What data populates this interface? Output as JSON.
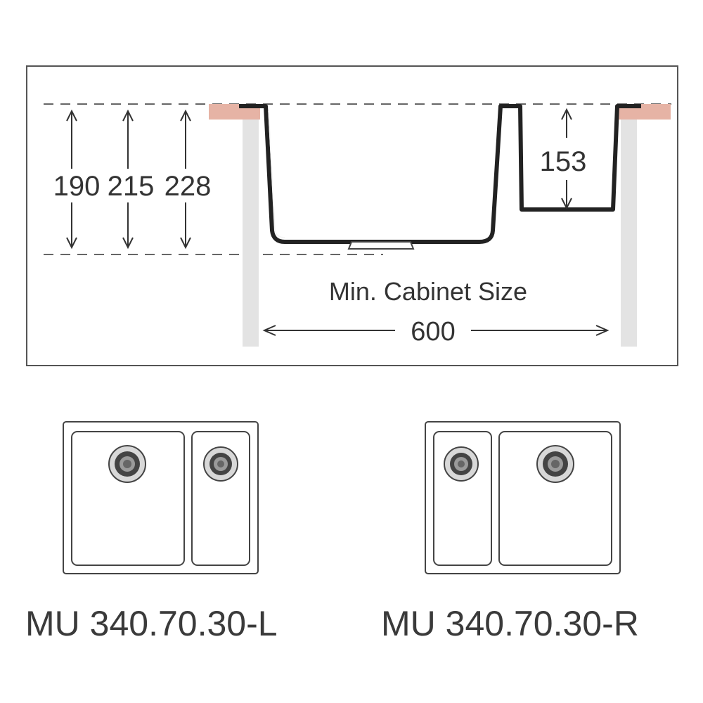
{
  "diagram": {
    "heights": [
      "190",
      "215",
      "228"
    ],
    "small_bowl_depth": "153",
    "cabinet_label": "Min. Cabinet Size",
    "cabinet_width": "600"
  },
  "variants": [
    {
      "model": "MU 340.70.30-L",
      "large_bowl_side": "left"
    },
    {
      "model": "MU 340.70.30-R",
      "large_bowl_side": "right"
    }
  ],
  "colors": {
    "outline": "#222222",
    "line": "#555555",
    "worktop": "#e6b3a5",
    "cabinet_panel": "#e3e3e3"
  }
}
